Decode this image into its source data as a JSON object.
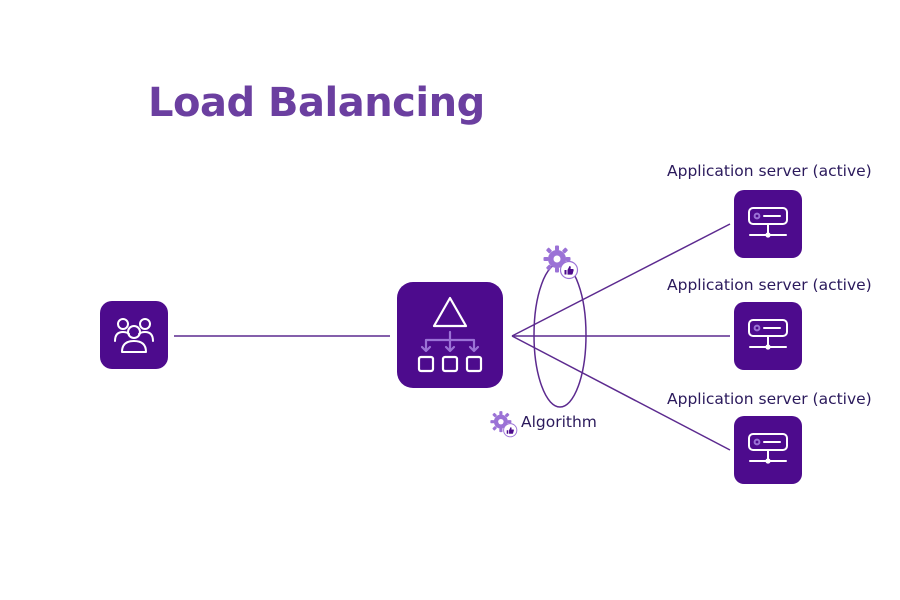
{
  "title": "Load Balancing",
  "colors": {
    "title": "#6b3fa0",
    "tile": "#4d0b8d",
    "accent": "#9b72d6",
    "line": "#5c2a8f",
    "text": "#2b1a5c",
    "icon_line": "#ffffff"
  },
  "nodes": {
    "clients": {
      "icon": "users-group-icon"
    },
    "load_balancer": {
      "icon": "load-balancer-icon"
    },
    "servers": [
      {
        "label": "Application server (active)",
        "icon": "server-icon"
      },
      {
        "label": "Application server (active)",
        "icon": "server-icon"
      },
      {
        "label": "Application server (active)",
        "icon": "server-icon"
      }
    ]
  },
  "algorithm": {
    "label": "Algorithm",
    "icon": "gear-thumbs-up-icon"
  }
}
